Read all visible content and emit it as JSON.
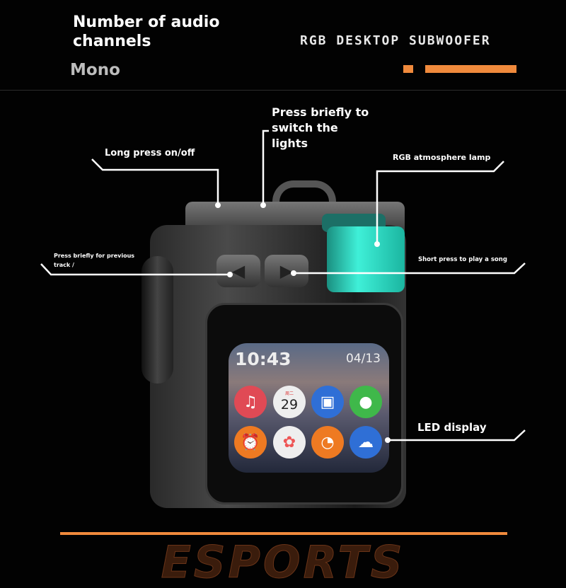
{
  "header": {
    "title": "Number of audio channels",
    "channel_value": "Mono",
    "brand": "RGB DESKTOP SUBWOOFER"
  },
  "callouts": {
    "switch_lights": "Press briefly to switch the lights",
    "power": "Long press on/off",
    "rgb_lamp": "RGB atmosphere lamp",
    "previous": "Press briefly for previous track /",
    "play": "Short press to play a song",
    "display": "LED display"
  },
  "screen": {
    "time": "10:43",
    "date": "04/13",
    "calendar_weekday": "周二",
    "calendar_day": "29"
  },
  "watermark": "ESPORTS",
  "colors": {
    "accent": "#f08a3c",
    "lamp": "#3ff0d8"
  }
}
